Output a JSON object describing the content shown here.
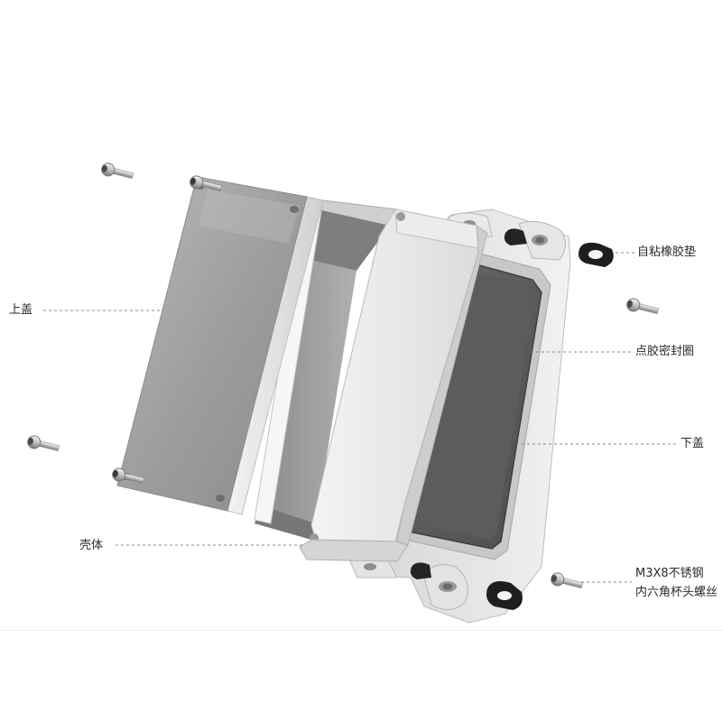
{
  "labels": {
    "top_cover": "上盖",
    "shell": "壳体",
    "adhesive_pad": "自粘橡胶垫",
    "glue_seal": "点胶密封圈",
    "bottom_cover": "下盖",
    "screw_line1": "M3X8不锈钢",
    "screw_line2": "内六角杯头螺丝"
  },
  "colors": {
    "leader": "#8a8a8a",
    "metal_light": "#e8e8e8",
    "metal_dark": "#9a9a9a",
    "seal_dark": "#5a5a5a",
    "pad": "#1e1e1e"
  }
}
